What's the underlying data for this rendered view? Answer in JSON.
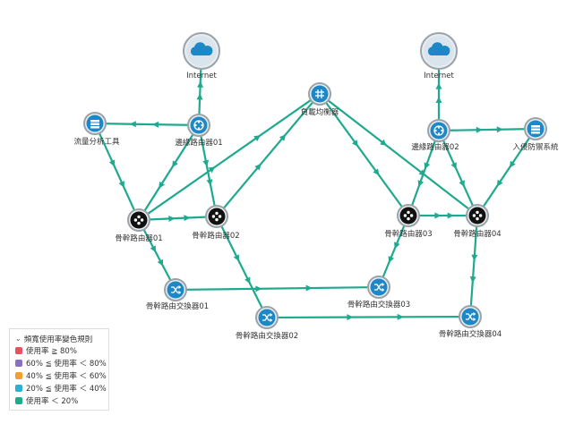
{
  "diagram": {
    "link_color": "#1fa98e",
    "nodes": [
      {
        "id": "internet1",
        "label": "Internet",
        "type": "cloud"
      },
      {
        "id": "internet2",
        "label": "Internet",
        "type": "cloud"
      },
      {
        "id": "flow",
        "label": "流量分析工具",
        "type": "server"
      },
      {
        "id": "edge1",
        "label": "邊緣路由器01",
        "type": "router-blue"
      },
      {
        "id": "lb",
        "label": "負載均衡器",
        "type": "switch-blue"
      },
      {
        "id": "edge2",
        "label": "邊緣路由器02",
        "type": "router-blue"
      },
      {
        "id": "ips",
        "label": "入侵防禦系統",
        "type": "server"
      },
      {
        "id": "core1",
        "label": "骨幹路由器01",
        "type": "router-black"
      },
      {
        "id": "core2",
        "label": "骨幹路由器02",
        "type": "router-black"
      },
      {
        "id": "core3",
        "label": "骨幹路由器03",
        "type": "router-black"
      },
      {
        "id": "core4",
        "label": "骨幹路由器04",
        "type": "router-black"
      },
      {
        "id": "sw1",
        "label": "骨幹路由交換器01",
        "type": "switch"
      },
      {
        "id": "sw2",
        "label": "骨幹路由交換器02",
        "type": "switch"
      },
      {
        "id": "sw3",
        "label": "骨幹路由交換器03",
        "type": "switch"
      },
      {
        "id": "sw4",
        "label": "骨幹路由交換器04",
        "type": "switch"
      }
    ],
    "links": [
      {
        "from": "edge1",
        "to": "internet1"
      },
      {
        "from": "edge2",
        "to": "internet2"
      },
      {
        "from": "edge1",
        "to": "flow"
      },
      {
        "from": "edge2",
        "to": "ips"
      },
      {
        "from": "flow",
        "to": "core1"
      },
      {
        "from": "ips",
        "to": "core4"
      },
      {
        "from": "edge1",
        "to": "core1"
      },
      {
        "from": "edge1",
        "to": "core2"
      },
      {
        "from": "edge2",
        "to": "core3"
      },
      {
        "from": "edge2",
        "to": "core4"
      },
      {
        "from": "core1",
        "to": "lb"
      },
      {
        "from": "core2",
        "to": "lb"
      },
      {
        "from": "lb",
        "to": "core3"
      },
      {
        "from": "lb",
        "to": "core4"
      },
      {
        "from": "core1",
        "to": "core2"
      },
      {
        "from": "core3",
        "to": "core4"
      },
      {
        "from": "core1",
        "to": "sw1"
      },
      {
        "from": "core2",
        "to": "sw2"
      },
      {
        "from": "core3",
        "to": "sw3"
      },
      {
        "from": "core4",
        "to": "sw4"
      },
      {
        "from": "sw1",
        "to": "sw3"
      },
      {
        "from": "sw2",
        "to": "sw4"
      }
    ]
  },
  "legend": {
    "title": "頻寬使用率變色規則",
    "items": [
      {
        "label": "使用率 ≧ 80%",
        "color": "#e8505b"
      },
      {
        "label": "60% ≦ 使用率 ＜ 80%",
        "color": "#8b6fc0"
      },
      {
        "label": "40% ≦ 使用率 ＜ 60%",
        "color": "#f0a030"
      },
      {
        "label": "20% ≦ 使用率 ＜ 40%",
        "color": "#2ab0d6"
      },
      {
        "label": "使用率 ＜ 20%",
        "color": "#1fa98e"
      }
    ]
  }
}
